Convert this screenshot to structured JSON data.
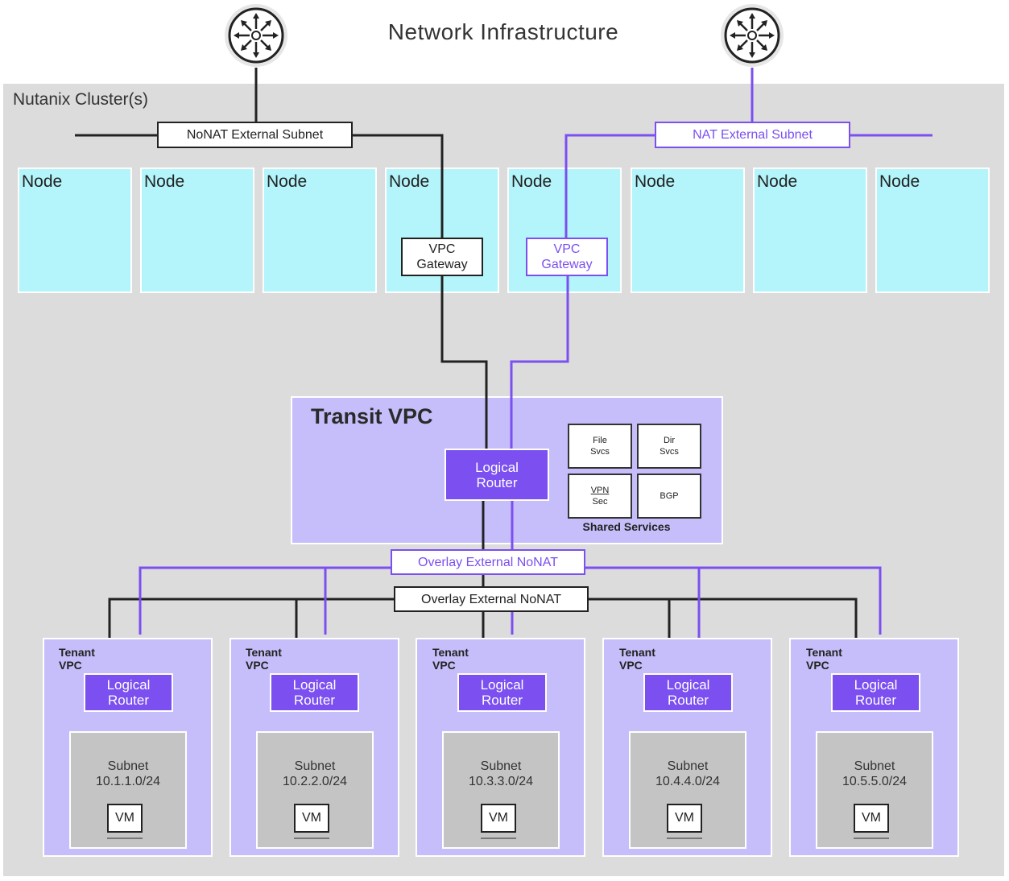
{
  "title": "Network Infrastructure",
  "cluster_label": "Nutanix Cluster(s)",
  "icons": {
    "left_router": "router-icon",
    "right_router": "router-icon"
  },
  "colors": {
    "purple": "#7b4ff0",
    "node": "#b3f5fb",
    "vpc_fill": "#c6befa",
    "cluster": "#dcdcdc",
    "subnet": "#c4c4c4"
  },
  "external": {
    "nonat_subnet": "NoNAT External Subnet",
    "nat_subnet": "NAT External Subnet"
  },
  "nodes": [
    "Node",
    "Node",
    "Node",
    "Node",
    "Node",
    "Node",
    "Node",
    "Node"
  ],
  "gateways": {
    "left": "VPC Gateway",
    "right": "VPC Gateway"
  },
  "transit": {
    "title": "Transit VPC",
    "router": "Logical Router",
    "services": [
      {
        "line1": "File",
        "line2": "Svcs"
      },
      {
        "line1": "Dir",
        "line2": "Svcs"
      },
      {
        "line1": "VPN",
        "line2": "Sec"
      },
      {
        "line1": "BGP",
        "line2": ""
      }
    ],
    "services_label": "Shared Services"
  },
  "overlay": {
    "purple": "Overlay External NoNAT",
    "black": "Overlay External NoNAT"
  },
  "tenants": [
    {
      "label": "Tenant VPC",
      "router": "Logical Router",
      "subnet_label": "Subnet",
      "cidr": "10.1.1.0/24",
      "vm": "VM"
    },
    {
      "label": "Tenant VPC",
      "router": "Logical Router",
      "subnet_label": "Subnet",
      "cidr": "10.2.2.0/24",
      "vm": "VM"
    },
    {
      "label": "Tenant VPC",
      "router": "Logical Router",
      "subnet_label": "Subnet",
      "cidr": "10.3.3.0/24",
      "vm": "VM"
    },
    {
      "label": "Tenant VPC",
      "router": "Logical Router",
      "subnet_label": "Subnet",
      "cidr": "10.4.4.0/24",
      "vm": "VM"
    },
    {
      "label": "Tenant VPC",
      "router": "Logical Router",
      "subnet_label": "Subnet",
      "cidr": "10.5.5.0/24",
      "vm": "VM"
    }
  ]
}
